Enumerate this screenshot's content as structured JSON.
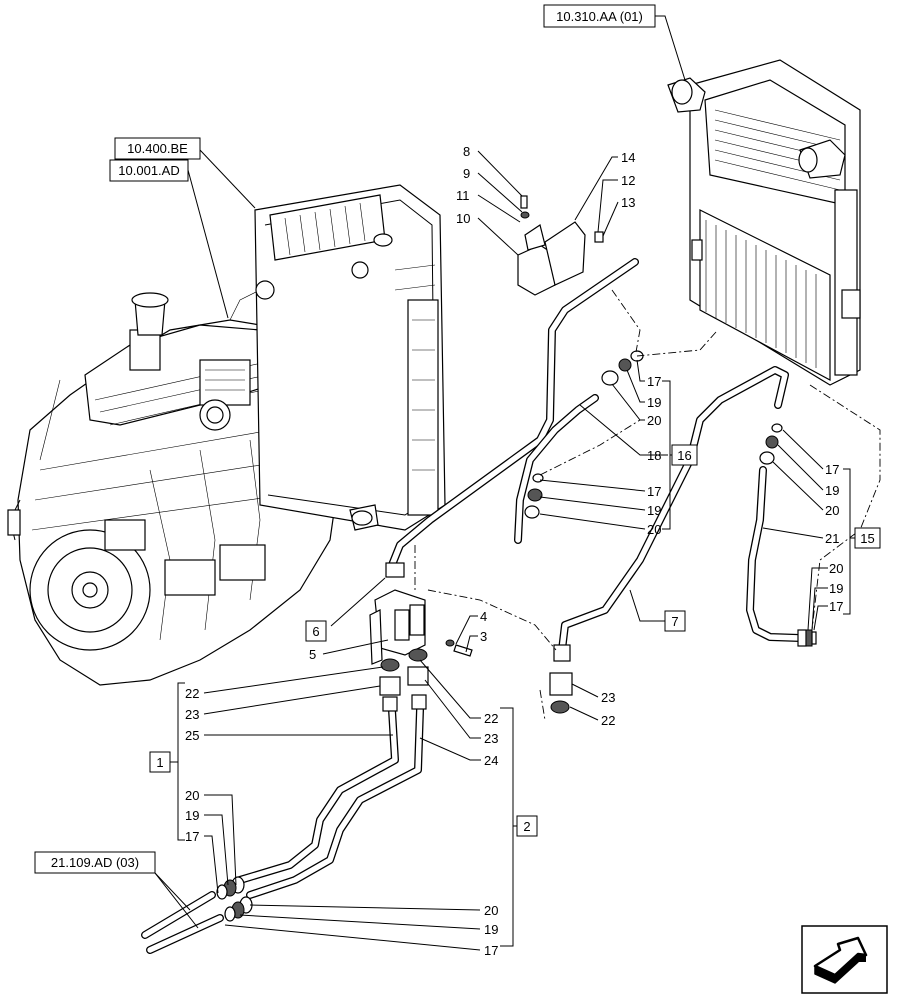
{
  "references": {
    "radiator_ref": "10.310.AA (01)",
    "engine_ref_1": "10.400.BE",
    "engine_ref_2": "10.001.AD",
    "pipe_ref": "21.109.AD (03)"
  },
  "callouts": {
    "n1": "1",
    "n2": "2",
    "n3": "3",
    "n4": "4",
    "n5": "5",
    "n6": "6",
    "n7": "7",
    "n8": "8",
    "n9": "9",
    "n10": "10",
    "n11": "11",
    "n12": "12",
    "n13": "13",
    "n14": "14",
    "n15": "15",
    "n16": "16",
    "n17": "17",
    "n18": "18",
    "n19": "19",
    "n20": "20",
    "n21": "21",
    "n22": "22",
    "n23": "23",
    "n24": "24",
    "n25": "25"
  },
  "nav": {
    "icon": "next-page-arrow-icon"
  }
}
